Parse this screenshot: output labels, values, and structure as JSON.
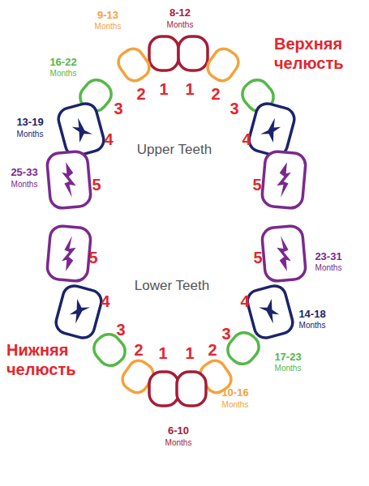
{
  "diagram": {
    "labels": [
      "8-12",
      "Months",
      "9-13",
      "Months",
      "Верхняя челюсть",
      "16-22",
      "Months",
      "13-19",
      "Months",
      "25-33",
      "Months",
      "1",
      "1",
      "2",
      "2",
      "3",
      "3",
      "4",
      "4",
      "5",
      "5",
      "Upper Teeth",
      "Lower Teeth",
      "5",
      "5",
      "4",
      "4",
      "3",
      "3",
      "2",
      "2",
      "1",
      "1",
      "23-31",
      "Months",
      "14-18",
      "Months",
      "17-23",
      "Months",
      "10-16",
      "Months",
      "6-10",
      "Months",
      "Нижняя челюсть"
    ]
  }
}
